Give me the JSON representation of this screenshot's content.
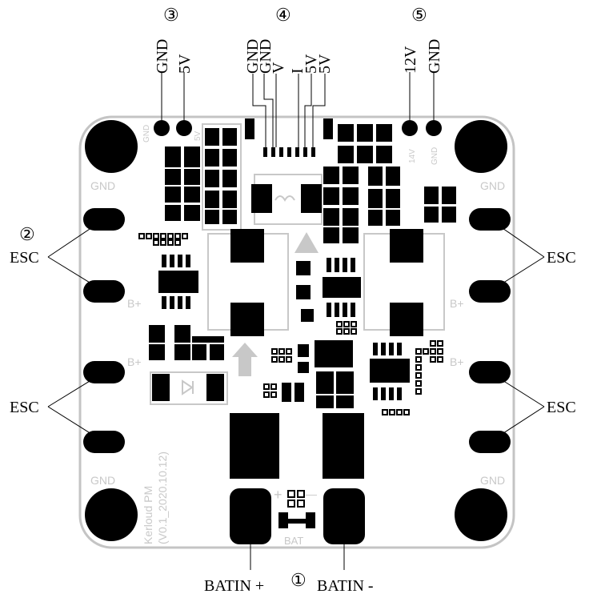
{
  "markers": {
    "m1": "①",
    "m2": "②",
    "m3": "③",
    "m4": "④",
    "m5": "⑤"
  },
  "pins": {
    "p3": [
      "GND",
      "5V"
    ],
    "p4": [
      "GND",
      "GND",
      "V",
      "I",
      "5V",
      "5V"
    ],
    "p5": [
      "12V",
      "GND"
    ]
  },
  "callouts": {
    "esc_left_top": "ESC",
    "esc_right_top": "ESC",
    "esc_left_bottom": "ESC",
    "esc_right_bottom": "ESC",
    "batin_plus": "BATIN +",
    "batin_minus": "BATIN -"
  },
  "silkscreen": {
    "gnd_top_left": "GND",
    "gnd_top_right": "GND",
    "gnd_bottom_left": "GND",
    "gnd_bottom_right": "GND",
    "bplus_left_top": "B+",
    "bplus_right_top": "B+",
    "bplus_left_bottom": "B+",
    "bplus_right_bottom": "B+",
    "pad_gnd_small": "GND",
    "pad_5v_small": "5V",
    "pad_14v_small": "14V",
    "pad_gnd_small_right": "GND",
    "bat": "BAT",
    "plus": "+",
    "minus": "—",
    "version_line1": "Kerloud PM",
    "version_line2": "(V0.1_2020.10.12)"
  }
}
